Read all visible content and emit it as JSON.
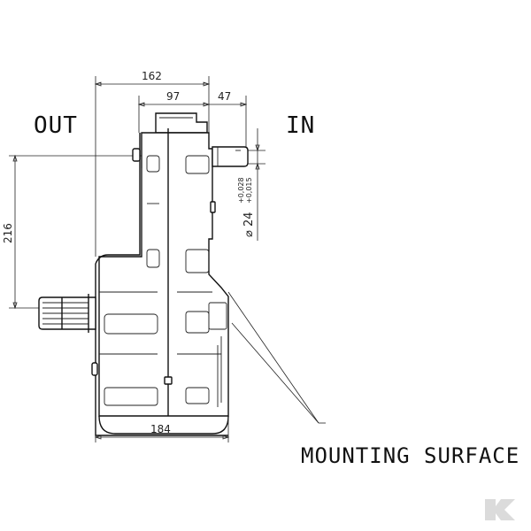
{
  "labels": {
    "out": "OUT",
    "in": "IN",
    "mounting_surface": "MOUNTING SURFACE"
  },
  "dimensions": {
    "total_width": "162",
    "body_width": "97",
    "input_offset": "47",
    "height": "216",
    "base_width": "184",
    "shaft_diameter": "⌀ 24",
    "tol_upper": "+0,028",
    "tol_lower": "+0,015"
  },
  "watermark": "K"
}
